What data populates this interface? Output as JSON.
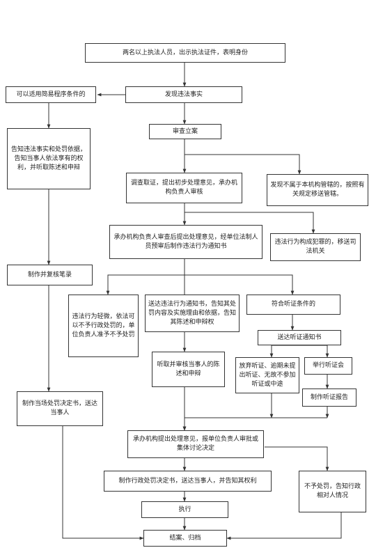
{
  "nodes": {
    "show_id": "两名以上执法人员，出示执法证件，表明身份",
    "found_violation": "发现违法事实",
    "simple_procedure": "可以适用简易程序条件的",
    "review_filing": "审查立案",
    "inform_rights": "告知违法事实和处罚依据，告知当事人依法享有的权利，并听取陈述和申辩",
    "investigate": "调查取证，提出初步处理意见，承办机构负责人审核",
    "transfer_jurisdiction": "发现不属于本机构管辖的，按照有关规定移送管辖。",
    "draft_notice": "承办机构负责人审查后提出处理意见，经单位法制人员预审后制作违法行为通知书",
    "crime_transfer": "违法行为构成犯罪的，移送司法机关",
    "make_record": "制作并复核笔录",
    "minor_no_penalty": "违法行为轻微，依法可以不予行政处罚的，单位负责人准予不予处罚",
    "deliver_notice": "送达违法行为通知书，告知其处罚内容及实施理由和依据，告知其陈述和申辩权",
    "hearing_conditions": "符合听证条件的",
    "hearing_notice": "送达听证通知书",
    "hear_statements": "听取并审核当事人的陈述和申辩",
    "waive_hearing": "放弃听证、逾期未提出听证、无故不参加听证或中途",
    "hold_hearing": "举行听证会",
    "hearing_report": "制作听证报告",
    "onsite_decision": "制作当场处罚决定书，送达当事人",
    "propose_handling": "承办机构提出处理意见，报单位负责人审批或集体讨论决定",
    "make_decision": "制作行政处罚决定书，送达当事人，并告知其权利",
    "no_penalty": "不予处罚，告知行政相对人情况",
    "execute": "执行",
    "close_archive": "结案、归档"
  }
}
